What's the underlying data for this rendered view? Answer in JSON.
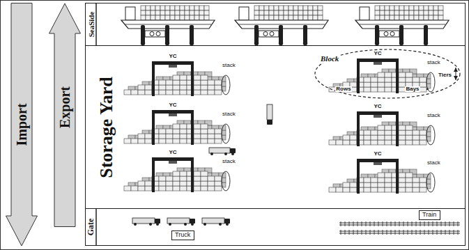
{
  "diagram": {
    "nodes": [
      {
        "text": [
          "Import"
        ]
      },
      {
        "text": [
          "Export"
        ]
      },
      {
        "text": [
          "SeaSide"
        ]
      },
      {
        "text": [
          "Storage Yard"
        ]
      },
      {
        "text": [
          "Block"
        ],
        "in": 3
      },
      {
        "text": [
          "Gate"
        ]
      },
      {
        "text": [
          "Truck"
        ],
        "in": 5
      },
      {
        "text": [
          "Train"
        ],
        "in": 5
      }
    ],
    "labels": [
      "YC",
      "stack",
      "YC",
      "stack",
      "Tiers",
      "Rows",
      "Bays",
      "YC",
      "stack",
      "YC",
      "stack",
      "YC",
      "stack",
      "YC",
      "stack"
    ]
  }
}
